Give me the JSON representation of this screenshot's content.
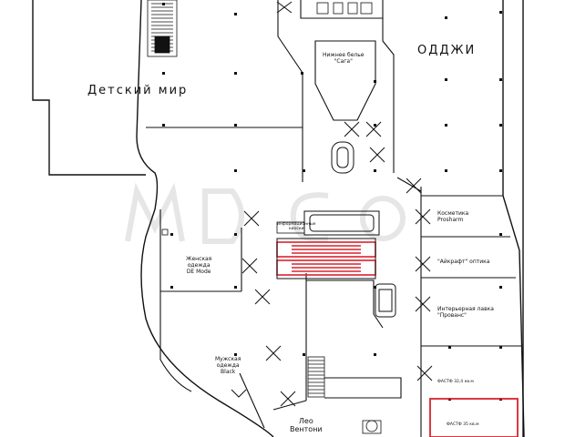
{
  "plan": {
    "accent_red": "#d9232d",
    "line_color": "#111111",
    "watermark_color": "#e4e4e4"
  },
  "labels": {
    "detsky_mir": "Детский мир",
    "oodji": "ОДДЖИ",
    "underwear_1": "Нижнее белье",
    "underwear_2": "\"Сага\"",
    "cosmetics_1": "Косметика",
    "cosmetics_2": "Prosharm",
    "optics": "\"Айкрафт\" оптика",
    "provence_1": "Интерьерная лавка",
    "provence_2": "\"Прованс\"",
    "women_1": "Женская",
    "women_2": "одежда",
    "women_3": "DE Mode",
    "men_1": "Мужская",
    "men_2": "одежда",
    "men_3": "Black",
    "leo_1": "Лео",
    "leo_2": "Вентони",
    "area_1": "ФАСТФ 32,4 кв.м",
    "area_2": "ФАСТФ 35 кв.м",
    "kiosk_1": "информационные",
    "kiosk_2": "киоски"
  },
  "icons": [
    "escalator-icon",
    "stairs-icon",
    "door-icon",
    "elevator-icon",
    "column-icon"
  ]
}
